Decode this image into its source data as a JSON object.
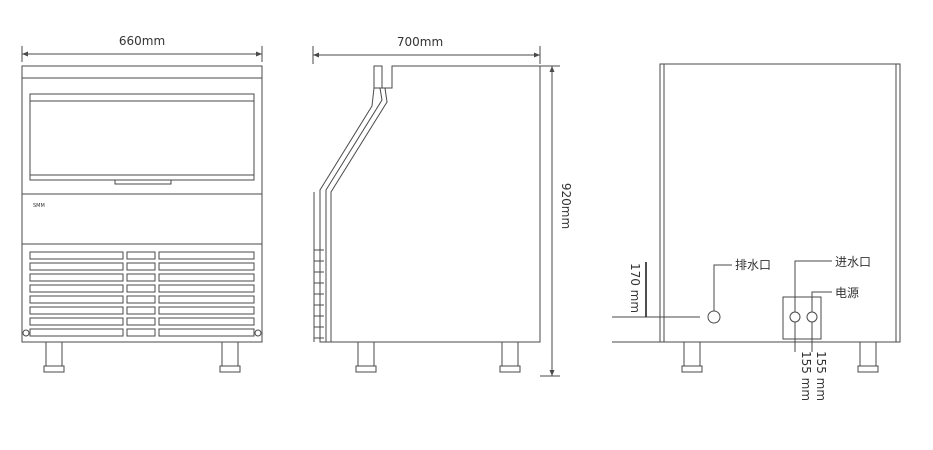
{
  "front_view": {
    "width_label": "660mm",
    "badge_text": "SMM"
  },
  "side_view": {
    "depth_label": "700mm",
    "height_label": "920mm"
  },
  "rear_view": {
    "drain_label": "排水口",
    "inlet_label": "进水口",
    "power_label": "电源",
    "drain_height_label": "170 mm",
    "inlet_height_label": "155 mm",
    "power_height_label": "155 mm"
  },
  "colors": {
    "line": "#4a4a4a",
    "text": "#333333",
    "background": "#ffffff"
  }
}
